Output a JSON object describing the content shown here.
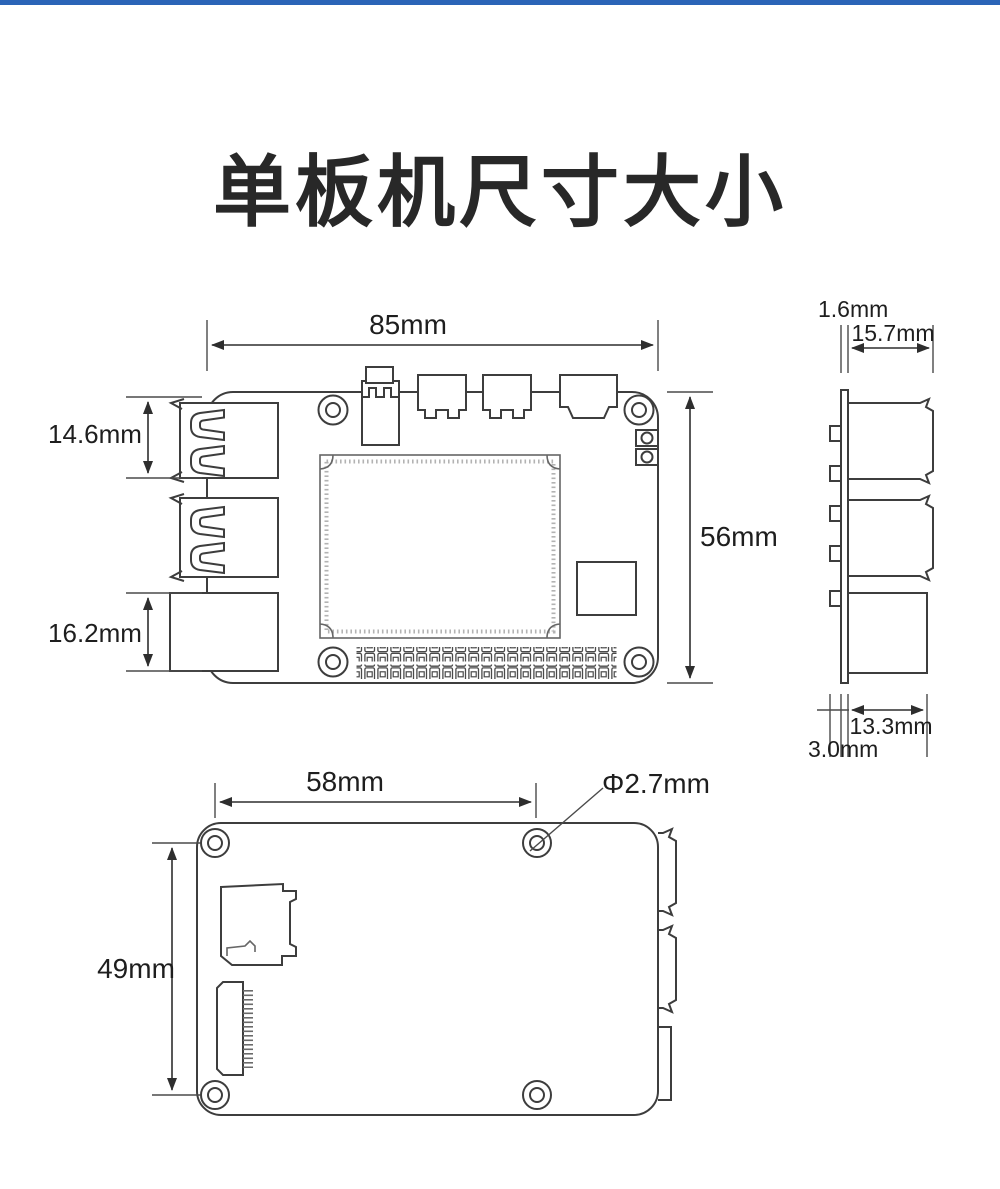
{
  "page": {
    "title": "单板机尺寸大小",
    "accent_bar_color": "#2b64b7",
    "line_color": "#3d3d3d"
  },
  "top_view": {
    "description": "top view of single board computer",
    "dims": {
      "width": "85mm",
      "height": "56mm",
      "usb_height": "14.6mm",
      "ethernet_height": "16.2mm"
    }
  },
  "side_view": {
    "description": "side profile of board",
    "dims": {
      "thickness": "1.6mm",
      "usb_depth": "15.7mm",
      "ethernet_depth": "13.3mm",
      "pin_length": "3.0mm"
    }
  },
  "bottom_view": {
    "description": "bottom view with mounting holes",
    "dims": {
      "hole_spacing_x": "58mm",
      "hole_spacing_y": "49mm",
      "hole_diameter": "Φ2.7mm"
    }
  }
}
